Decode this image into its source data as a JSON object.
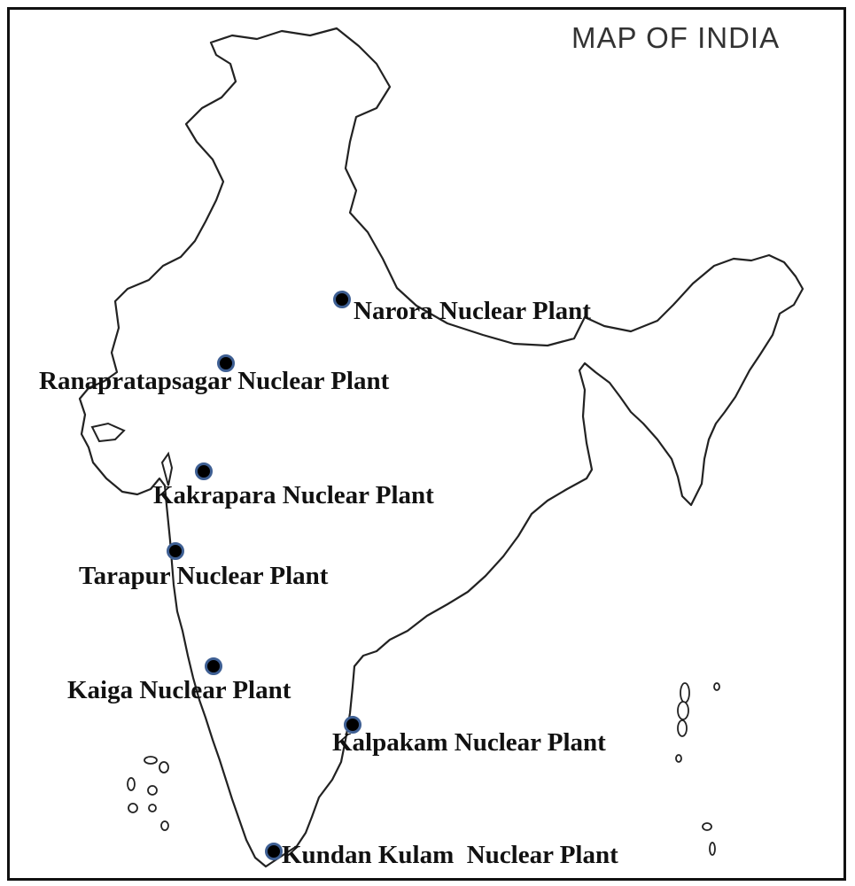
{
  "map": {
    "title": "MAP OF INDIA",
    "colors": {
      "border": "#111111",
      "outline": "#222222",
      "land": "#ffffff",
      "marker_fill": "#000000",
      "marker_ring": "#3e5f93"
    },
    "plants": [
      {
        "id": "narora",
        "label": "Narora Nuclear Plant"
      },
      {
        "id": "rana",
        "label": "Ranapratapsagar Nuclear Plant"
      },
      {
        "id": "kakrapara",
        "label": "Kakrapara Nuclear Plant"
      },
      {
        "id": "tarapur",
        "label": "Tarapur Nuclear Plant"
      },
      {
        "id": "kaiga",
        "label": "Kaiga Nuclear Plant"
      },
      {
        "id": "kalpakam",
        "label": "Kalpakam Nuclear Plant"
      },
      {
        "id": "kundan",
        "label": "Kundan Kulam  Nuclear Plant"
      }
    ]
  }
}
